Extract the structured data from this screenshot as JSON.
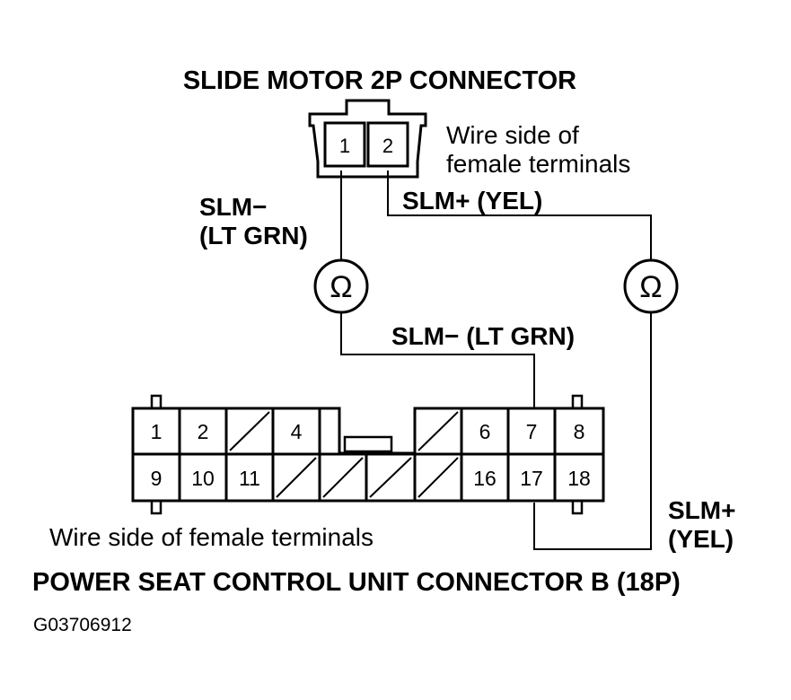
{
  "title_top": "SLIDE MOTOR 2P CONNECTOR",
  "title_bottom": "POWER SEAT CONTROL UNIT CONNECTOR B (18P)",
  "figure_code": "G03706912",
  "note_wire_side_top_line1": "Wire side of",
  "note_wire_side_top_line2": "female terminals",
  "note_wire_side_bottom": "Wire side of female terminals",
  "connector_2p": {
    "pins": [
      "1",
      "2"
    ]
  },
  "connector_18p": {
    "top_row": [
      "1",
      "2",
      "",
      "4",
      "6",
      "7",
      "8"
    ],
    "bottom_row": [
      "9",
      "10",
      "11",
      "16",
      "17",
      "18"
    ]
  },
  "labels": {
    "slm_minus_line1": "SLM−",
    "slm_minus_line2": "(LT GRN)",
    "slm_plus_yel": "SLM+ (YEL)",
    "slm_minus_lt_grn": "SLM− (LT GRN)",
    "slm_plus_line1": "SLM+",
    "slm_plus_line2": "(YEL)"
  },
  "ohmmeter_symbol": "Ω"
}
